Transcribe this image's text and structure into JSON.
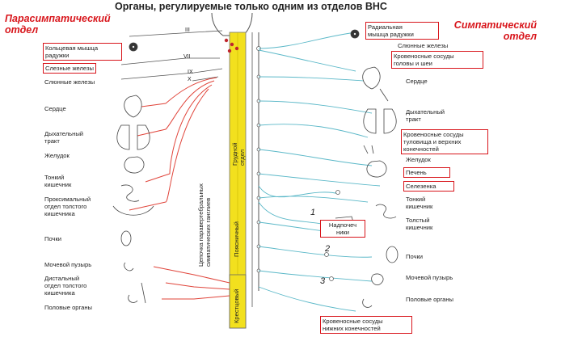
{
  "title": "Органы, регулируемые только одним из отделов ВНС",
  "parasympathetic_title": [
    "Парасимпатический",
    "отдел"
  ],
  "sympathetic_title": [
    "Симпатический",
    "отдел"
  ],
  "left_labels": {
    "ciliary_muscle": [
      "Кольцевая мышца",
      "радужки"
    ],
    "lacrimal_glands": "Слезные железы",
    "salivary_glands": "Слюнные железы",
    "heart": "Сердце",
    "respiratory_tract": [
      "Дыхательный",
      "тракт"
    ],
    "stomach": "Желудок",
    "small_intestine": [
      "Тонкий",
      "кишечник"
    ],
    "proximal_colon": [
      "Проксимальный",
      "отдел толстого",
      "кишечника"
    ],
    "kidneys": "Почки",
    "bladder": "Мочевой пузырь",
    "distal_colon": [
      "Дистальный",
      "отдел толстого",
      "кишечника"
    ],
    "genitals": "Половые органы"
  },
  "right_labels": {
    "radial_muscle": [
      "Радиальная",
      "мышца радужки"
    ],
    "salivary_glands": "Слюнные железы",
    "head_vessels": [
      "Кровеносные сосуды",
      "головы и шеи"
    ],
    "heart": "Сердце",
    "respiratory_tract": [
      "Дыхательный",
      "тракт"
    ],
    "trunk_vessels": [
      "Кровеносные сосуды",
      "туловища и верхних",
      "конечностей"
    ],
    "stomach": "Желудок",
    "liver": "Печень",
    "spleen": "Селезенка",
    "small_intestine": [
      "Тонкий",
      "кишечник"
    ],
    "large_intestine": [
      "Толстый",
      "кишечник"
    ],
    "adrenals": [
      "Надпочеч",
      "ники"
    ],
    "kidneys": "Почки",
    "bladder": "Мочевой пузырь",
    "genitals": "Половые органы",
    "lower_vessels": [
      "Кровеносные сосуды",
      "нижних конечностей"
    ]
  },
  "spinal_sections": {
    "thoracic": [
      "Грудной",
      "отдел"
    ],
    "lumbar": "Поясничный",
    "sacral": "Крестцовый",
    "chain": [
      "Цепочка паравертебральных",
      "симпатических ганглиев"
    ]
  },
  "cranial_nerves": [
    "III",
    "VII",
    "IX",
    "X"
  ],
  "ganglion_numbers": [
    "1",
    "2",
    "3"
  ],
  "colors": {
    "accent": "#d8151b",
    "sympathetic_fibers": "#5bb8c8",
    "spine": "#f2e01e",
    "parasympathetic_fibers": "#e0443a"
  }
}
